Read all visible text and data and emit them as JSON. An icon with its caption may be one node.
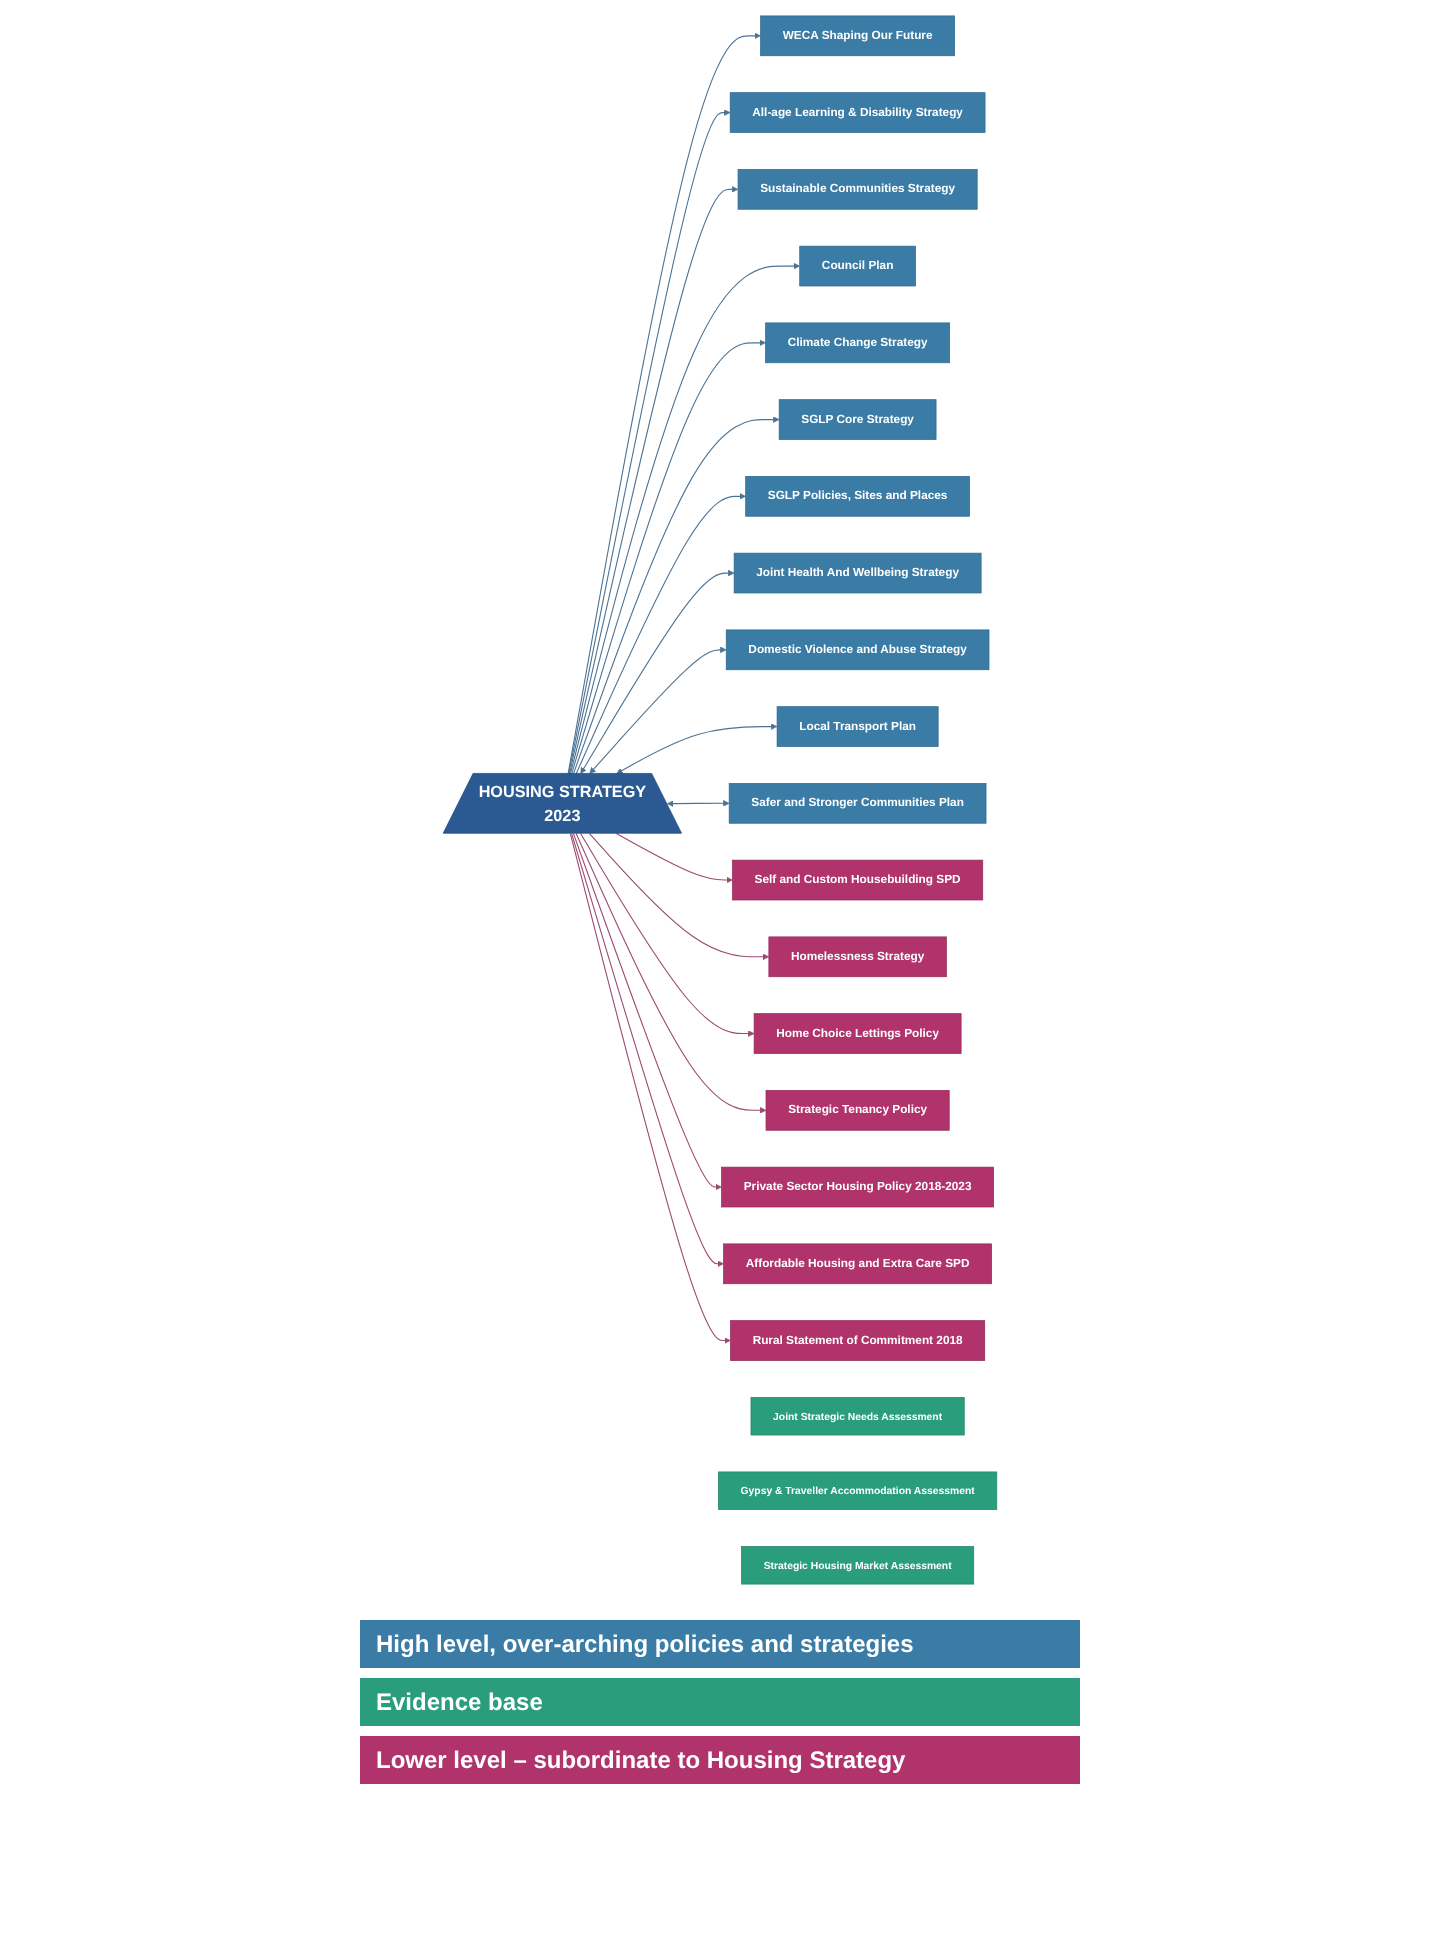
{
  "diagram": {
    "nodes": [
      {
        "text": [
          "WECA Shaping Our Future"
        ]
      },
      {
        "text": [
          "All-age Learning & Disability Strategy"
        ]
      },
      {
        "text": [
          "Sustainable Communities Strategy"
        ]
      },
      {
        "text": [
          "Council Plan"
        ]
      },
      {
        "text": [
          "Climate Change Strategy"
        ]
      },
      {
        "text": [
          "SGLP Core Strategy"
        ]
      },
      {
        "text": [
          "SGLP Policies, Sites and Places"
        ]
      },
      {
        "text": [
          "Joint Health And Wellbeing Strategy"
        ]
      },
      {
        "text": [
          "Domestic Violence and Abuse Strategy"
        ]
      },
      {
        "text": [
          "Local Transport Plan"
        ]
      },
      {
        "text": [
          "Safer and Stronger Communities Plan"
        ]
      },
      {
        "text": [
          "Joint Strategic Needs Assessment"
        ]
      },
      {
        "text": [
          "HOUSING STRATEGY",
          "2023"
        ]
      },
      {
        "text": [
          "Gypsy & Traveller Accommodation Assessment"
        ]
      },
      {
        "text": [
          "Strategic Housing Market Assessment"
        ]
      },
      {
        "text": [
          "Self and Custom Housebuilding SPD"
        ]
      },
      {
        "text": [
          "Homelessness Strategy"
        ]
      },
      {
        "text": [
          "Home Choice Lettings Policy"
        ]
      },
      {
        "text": [
          "Strategic Tenancy Policy"
        ]
      },
      {
        "text": [
          "Private Sector Housing Policy 2018-2023"
        ]
      },
      {
        "text": [
          "Affordable Housing and Extra Care SPD"
        ]
      },
      {
        "text": [
          "Rural Statement of Commitment 2018"
        ]
      }
    ],
    "edges": [
      {
        "from": 12,
        "to": 0,
        "arrow": "to"
      },
      {
        "from": 12,
        "to": 1,
        "arrow": "to"
      },
      {
        "from": 12,
        "to": 2,
        "arrow": "to"
      },
      {
        "from": 12,
        "to": 3,
        "arrow": "to"
      },
      {
        "from": 12,
        "to": 4,
        "arrow": "to"
      },
      {
        "from": 12,
        "to": 5,
        "arrow": "to"
      },
      {
        "from": 12,
        "to": 6,
        "arrow": "to"
      },
      {
        "from": 12,
        "to": 7,
        "arrow": "both"
      },
      {
        "from": 12,
        "to": 8,
        "arrow": "both"
      },
      {
        "from": 12,
        "to": 9,
        "arrow": "both"
      },
      {
        "from": 12,
        "to": 10,
        "arrow": "both"
      },
      {
        "from": 12,
        "to": 15,
        "arrow": "to",
        "color": "#9c4a72"
      },
      {
        "from": 12,
        "to": 16,
        "arrow": "to",
        "color": "#9c4a72"
      },
      {
        "from": 12,
        "to": 17,
        "arrow": "to",
        "color": "#9c4a72"
      },
      {
        "from": 12,
        "to": 18,
        "arrow": "to",
        "color": "#9c4a72"
      },
      {
        "from": 12,
        "to": 19,
        "arrow": "to",
        "color": "#9c4a72"
      },
      {
        "from": 12,
        "to": 20,
        "arrow": "to",
        "color": "#9c4a72"
      },
      {
        "from": 12,
        "to": 21,
        "arrow": "to",
        "color": "#9c4a72"
      }
    ],
    "legend": [
      {
        "text": "High level, over-arching policies and strategies",
        "color": "#3a7ca5"
      },
      {
        "text": "Evidence base",
        "color": "#2a9d7c"
      },
      {
        "text": "Lower level – subordinate to Housing Strategy",
        "color": "#b0346b"
      }
    ]
  }
}
